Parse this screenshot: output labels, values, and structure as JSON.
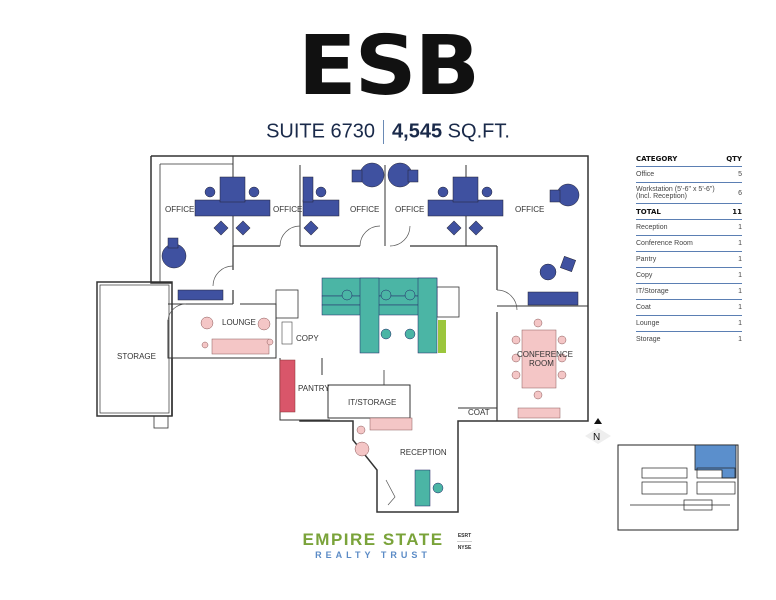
{
  "header": {
    "logo": "ESB",
    "suite": "SUITE 6730",
    "area_value": "4,545",
    "area_unit": "SQ.FT."
  },
  "plan": {
    "rooms": {
      "office_1": "OFFICE",
      "office_2": "OFFICE",
      "office_3": "OFFICE",
      "office_4": "OFFICE",
      "office_5": "OFFICE",
      "lounge": "LOUNGE",
      "storage": "STORAGE",
      "copy": "COPY",
      "pantry": "PANTRY",
      "it_storage": "IT/STORAGE",
      "coat": "COAT",
      "reception": "RECEPTION",
      "conference_line1": "CONFERENCE",
      "conference_line2": "ROOM"
    },
    "compass": "N",
    "colors": {
      "office_furniture": "#3f51a0",
      "workstation": "#4bb5a5",
      "lounge_furniture": "#f4c6c6",
      "pantry": "#d9566a",
      "keyplan_highlight": "#5b8fcc"
    }
  },
  "table": {
    "headers": [
      "CATEGORY",
      "QTY"
    ],
    "rows": [
      {
        "category": "Office",
        "qty": "5"
      },
      {
        "category": "Workstation (5'-6\" x 5'-6\") (Incl. Reception)",
        "qty": "6"
      },
      {
        "category": "TOTAL",
        "qty": "11"
      },
      {
        "category": "Reception",
        "qty": "1"
      },
      {
        "category": "Conference Room",
        "qty": "1"
      },
      {
        "category": "Pantry",
        "qty": "1"
      },
      {
        "category": "Copy",
        "qty": "1"
      },
      {
        "category": "IT/Storage",
        "qty": "1"
      },
      {
        "category": "Coat",
        "qty": "1"
      },
      {
        "category": "Lounge",
        "qty": "1"
      },
      {
        "category": "Storage",
        "qty": "1"
      }
    ]
  },
  "footer": {
    "brand_line1": "EMPIRE STATE",
    "brand_line2": "REALTY TRUST",
    "ticker": "ESRT",
    "exchange": "NYSE"
  }
}
